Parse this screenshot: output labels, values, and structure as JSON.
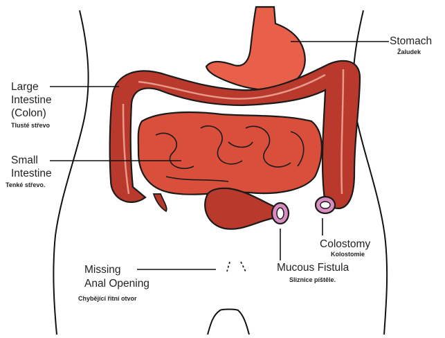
{
  "labels": {
    "stomach": {
      "en": "Stomach",
      "cz": "Žaludek"
    },
    "large_intestine": {
      "en_line1": "Large",
      "en_line2": "Intestine",
      "en_line3": "(Colon)",
      "cz": "Tlusté střevo"
    },
    "small_intestine": {
      "en_line1": "Small",
      "en_line2": "Intestine",
      "cz": "Tenké střevo."
    },
    "colostomy": {
      "en": "Colostomy",
      "cz": "Kolostomie"
    },
    "mucous_fistula": {
      "en": "Mucous Fistula",
      "cz": "Sliznice píštěle."
    },
    "missing_anal_opening": {
      "en_line1": "Missing",
      "en_line2": "Anal Opening",
      "cz": "Chybějící řitní otvor"
    }
  },
  "colors": {
    "stomach": "#e8604a",
    "colon": "#b93a2c",
    "small_intestine": "#d94f3c",
    "stoma": "#d98cc0",
    "outline": "#1a1a1a",
    "highlight": "#e89a8a"
  }
}
